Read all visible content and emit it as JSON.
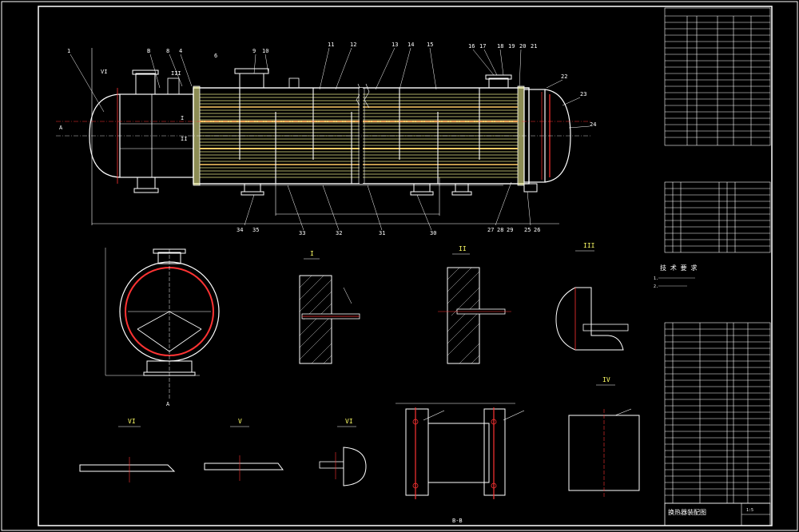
{
  "colors": {
    "background": "#000000",
    "line": "#ffffff",
    "frame": "#ffffff",
    "tubes": "#ffff99",
    "centerline": "#ff3333",
    "hatch": "#ffffff",
    "dimension": "#ffffff"
  },
  "callouts": {
    "main": [
      "1",
      "B",
      "8",
      "4",
      "6",
      "9",
      "10",
      "11",
      "12",
      "13",
      "14",
      "15",
      "16",
      "17",
      "18",
      "19",
      "20",
      "21",
      "22",
      "23",
      "24"
    ],
    "bottom": [
      "34",
      "35",
      "33",
      "32",
      "31",
      "30",
      "27",
      "28",
      "29",
      "25",
      "26"
    ]
  },
  "views": {
    "detail_i": "I",
    "detail_ii": "II",
    "detail_iii": "III",
    "detail_iv": "IV",
    "detail_v": "V",
    "detail_vi": "VI",
    "section_a": "A",
    "section_bb": "B-B"
  },
  "notes": {
    "technical_requirements": "技 术 要 求",
    "line1": "1.",
    "line2": "2."
  },
  "title_block": {
    "drawing_title": "换热器装配图",
    "scale": "1:5"
  }
}
